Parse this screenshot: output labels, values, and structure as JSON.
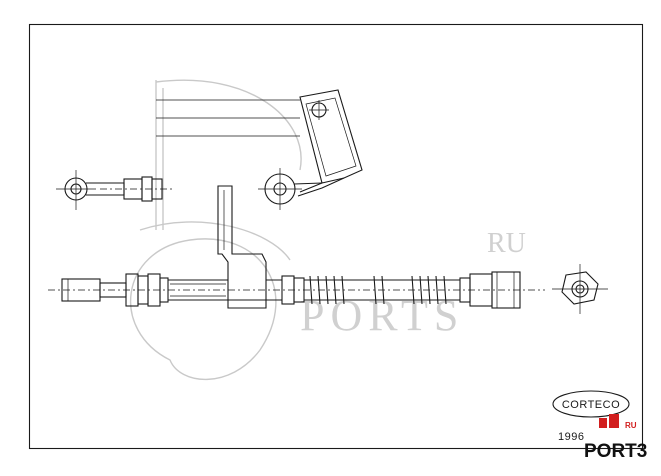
{
  "brand": {
    "label": "CORTECO",
    "part_number": "1996"
  },
  "watermark": {
    "ru": "RU",
    "name": "PORTS"
  },
  "logo": {
    "text": "PORT3",
    "ru": "RU",
    "accent_color": "#d21e1e"
  },
  "colors": {
    "line": "#1a1a1a",
    "watermark": "#c9c9c9",
    "background": "#ffffff"
  }
}
